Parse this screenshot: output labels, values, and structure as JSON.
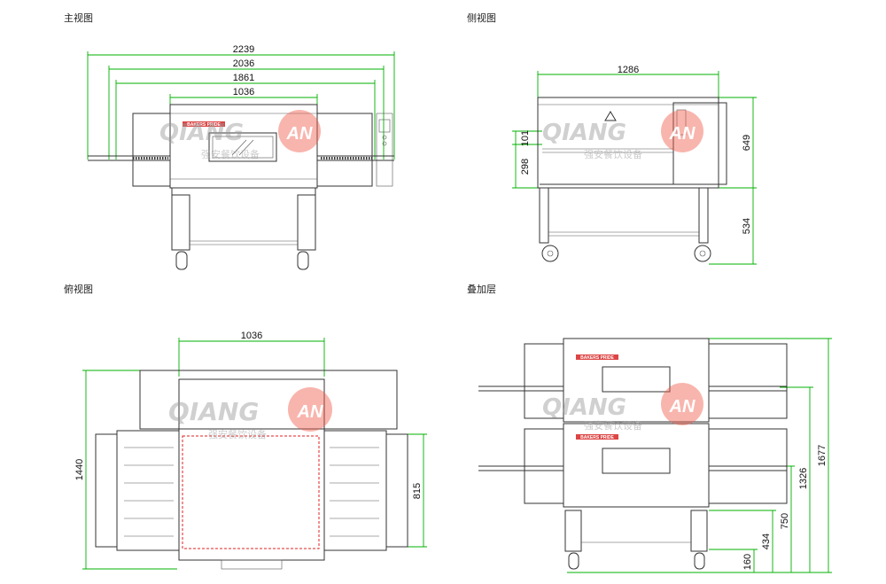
{
  "views": {
    "front": {
      "title": "主视图",
      "dims": [
        "2239",
        "2036",
        "1861",
        "1036"
      ]
    },
    "side": {
      "title": "侧视图",
      "dims": [
        "1286",
        "101",
        "298",
        "649",
        "534"
      ]
    },
    "top": {
      "title": "俯视图",
      "dims": [
        "1036",
        "1440",
        "815"
      ]
    },
    "stacked": {
      "title": "叠加层",
      "dims": [
        "1677",
        "1326",
        "750",
        "434",
        "160"
      ]
    }
  },
  "watermark": {
    "brand": "QIANG",
    "brand_accent": "AN",
    "subtitle": "强安餐饮设备"
  },
  "product_label": "BAKERS PRIDE",
  "colors": {
    "dimension": "#00b000",
    "watermark_accent": "#f05a4a",
    "footprint": "#e02020"
  }
}
